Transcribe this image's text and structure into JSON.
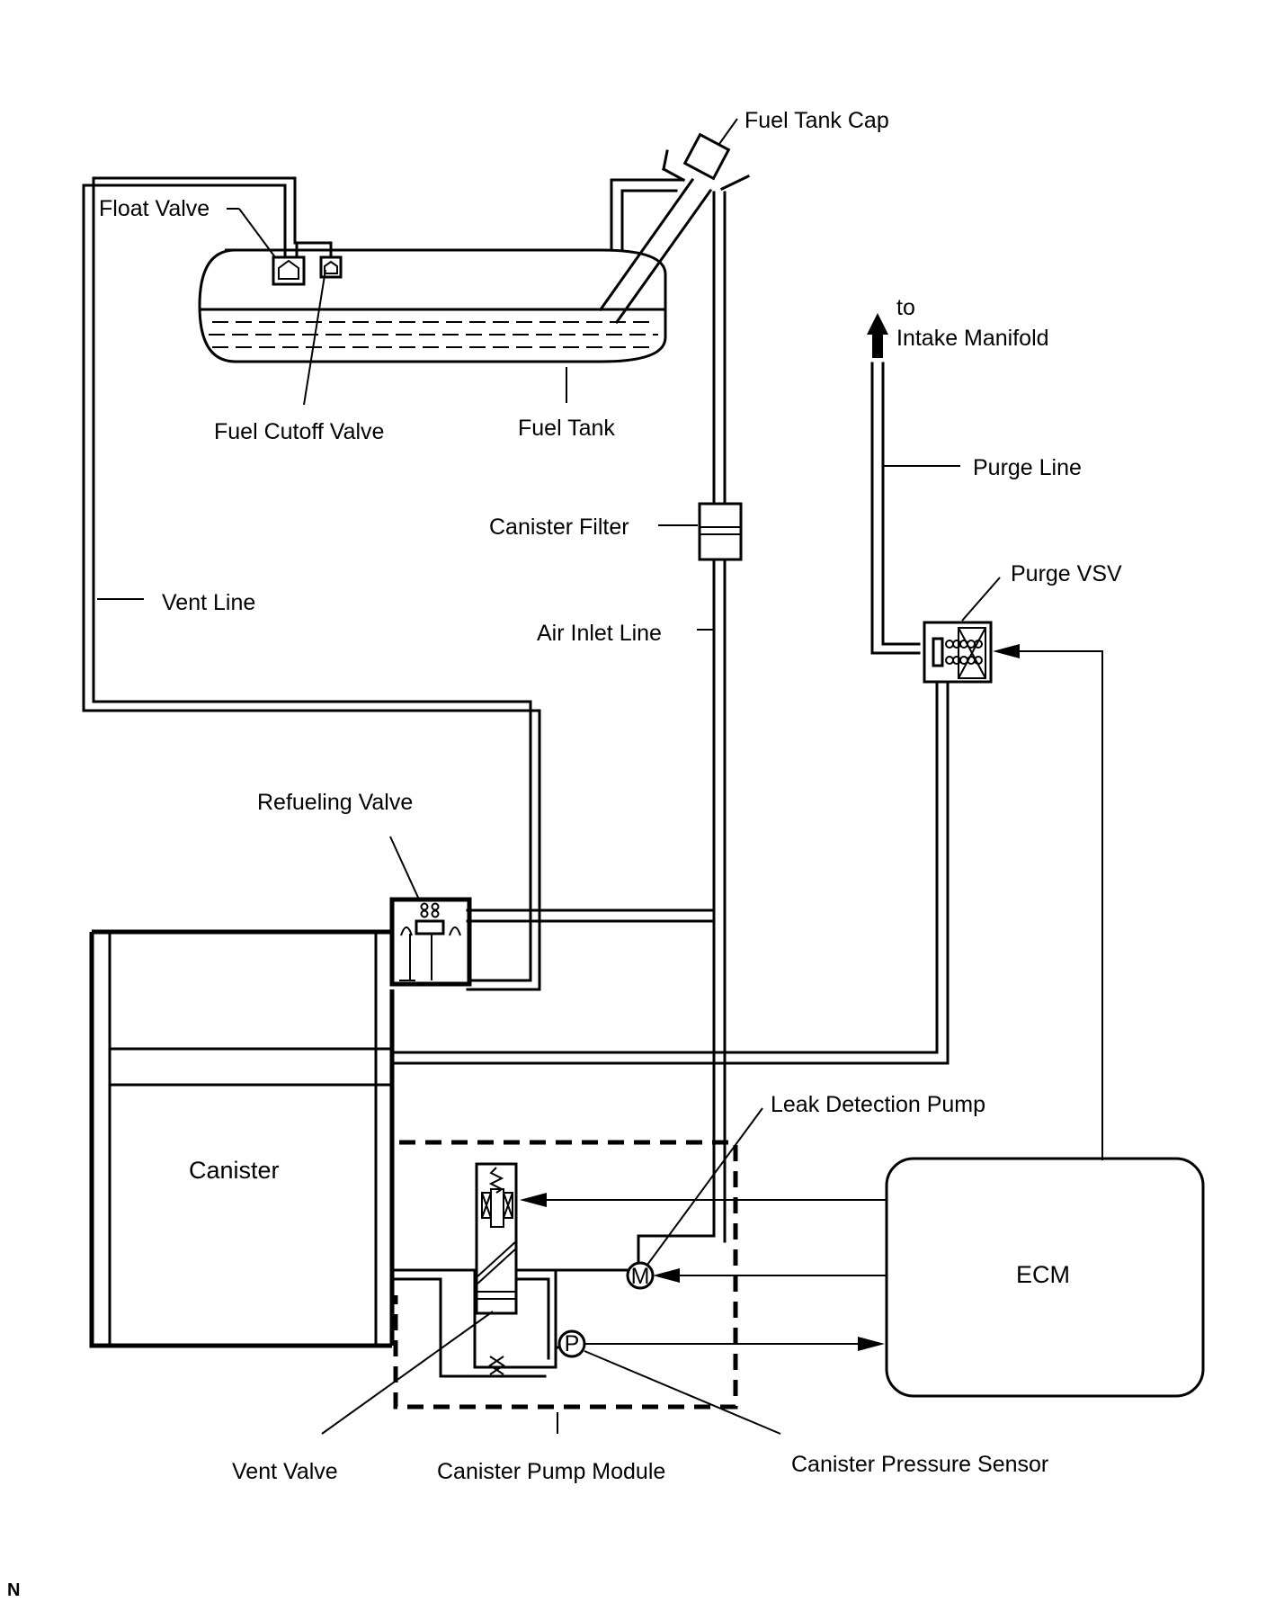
{
  "labels": {
    "fuel_tank_cap": "Fuel Tank Cap",
    "float_valve": "Float Valve",
    "to": "to",
    "intake_manifold": "Intake Manifold",
    "fuel_cutoff_valve": "Fuel Cutoff Valve",
    "fuel_tank": "Fuel Tank",
    "purge_line": "Purge Line",
    "canister_filter": "Canister Filter",
    "purge_vsv": "Purge VSV",
    "vent_line": "Vent Line",
    "air_inlet_line": "Air Inlet Line",
    "refueling_valve": "Refueling Valve",
    "leak_detection_pump": "Leak Detection Pump",
    "canister": "Canister",
    "ecm": "ECM",
    "vent_valve": "Vent Valve",
    "canister_pump_module": "Canister Pump Module",
    "canister_pressure_sensor": "Canister Pressure Sensor",
    "motor_symbol": "M",
    "pressure_symbol": "P",
    "corner_mark": "N"
  }
}
